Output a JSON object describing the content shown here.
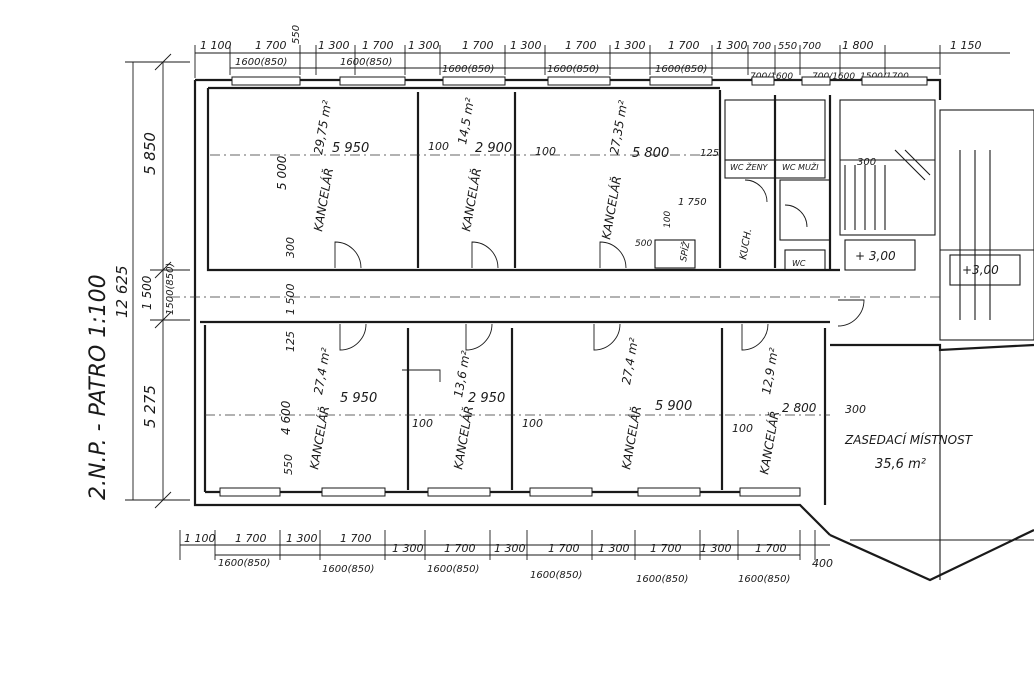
{
  "title": "2.N.P. - PATRO 1:100",
  "rooms": {
    "office_1": {
      "name": "KANCELÁŘ",
      "area": "29,75 m²",
      "width": "5 950",
      "depth": "5 000"
    },
    "office_2": {
      "name": "KANCELÁŘ",
      "area": "14,5 m²",
      "width": "2 900"
    },
    "office_3": {
      "name": "KANCELÁŘ",
      "area": "27,35 m²",
      "width": "5 800"
    },
    "office_4": {
      "name": "KANCELÁŘ",
      "area": "27,4 m²",
      "width": "5 950",
      "depth": "4 600"
    },
    "office_5": {
      "name": "KANCELÁŘ",
      "area": "13,6 m²",
      "width": "2 950"
    },
    "office_6": {
      "name": "KANCELÁŘ",
      "area": "27,4 m²",
      "width": "5 900"
    },
    "office_7": {
      "name": "KANCELÁŘ",
      "area": "12,9 m²",
      "width": "2 800"
    },
    "meeting": {
      "name": "ZASEDACÍ MÍSTNOST",
      "area": "35,6 m²"
    },
    "kitchen": "KUCH.",
    "storage": "SPÍŽ",
    "wc": "WC",
    "wc_women": "WC ŽENY",
    "wc_men": "WC MUŽI",
    "level_1": "+ 3,00",
    "level_2": "+3,00"
  },
  "dims": {
    "total": "12 625",
    "north": "5 850",
    "south": "5 275",
    "corridor": "1 500",
    "corridor_sub": "1500(850)",
    "w100": "100",
    "w125": "125",
    "w300": "300",
    "w550": "550",
    "w500": "500",
    "w1750": "1 750",
    "w1150": "1150",
    "w400": "400",
    "top": [
      "1 100",
      "1 700",
      "550",
      "1 300",
      "1 700",
      "1 300",
      "1 700",
      "1 300",
      "1 700",
      "1 300",
      "1 700",
      "1 300",
      "700",
      "550",
      "700",
      "1 800",
      "1 150"
    ],
    "top_sub": [
      "1600(850)",
      "1600(850)",
      "1600(850)",
      "1600(850)",
      "1600(850)",
      "700/1600",
      "700/1600",
      "1500/1700"
    ],
    "bottom": [
      "1 100",
      "1 700",
      "1 300",
      "1 700",
      "1 300",
      "1 700",
      "1 300",
      "1 700",
      "1 300",
      "1 700",
      "1 300",
      "1 700",
      "400"
    ],
    "bottom_sub": [
      "1600(850)",
      "1600(850)",
      "1600(850)",
      "1600(850)",
      "1600(850)",
      "1600(850)"
    ]
  }
}
